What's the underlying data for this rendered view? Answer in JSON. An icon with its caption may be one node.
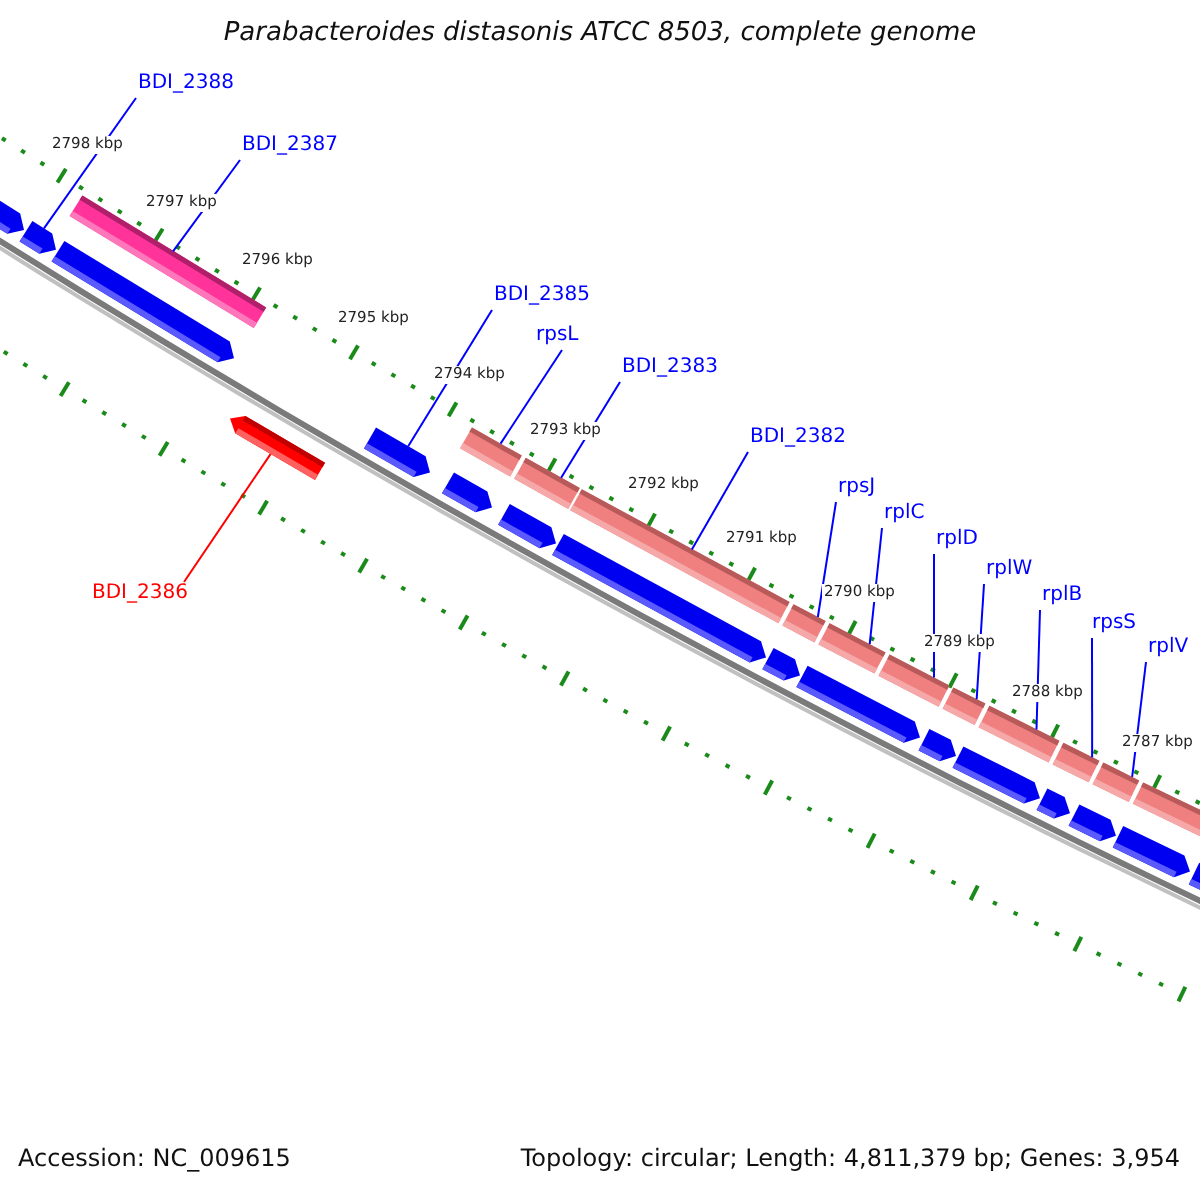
{
  "diagram": {
    "title": "Parabacteroides distasonis ATCC 8503, complete genome",
    "nodes": [
      {
        "text": [
          "BDI_2388"
        ]
      },
      {
        "text": [
          "BDI_2387"
        ]
      },
      {
        "text": [
          "BDI_2385"
        ]
      },
      {
        "text": [
          "rpsL"
        ]
      },
      {
        "text": [
          "BDI_2383"
        ]
      },
      {
        "text": [
          "BDI_2382"
        ]
      },
      {
        "text": [
          "rpsJ"
        ]
      },
      {
        "text": [
          "rplC"
        ]
      },
      {
        "text": [
          "rplD"
        ]
      },
      {
        "text": [
          "rplW"
        ]
      },
      {
        "text": [
          "rplB"
        ]
      },
      {
        "text": [
          "rpsS"
        ]
      },
      {
        "text": [
          "rplV"
        ]
      },
      {
        "text": [
          "BDI_2386"
        ]
      },
      {
        "text": [],
        "shape": "arrow"
      },
      {
        "text": [],
        "shape": "arrow"
      },
      {
        "text": [],
        "shape": "arrow"
      },
      {
        "text": [],
        "shape": "bar"
      },
      {
        "text": [],
        "shape": "arrow"
      },
      {
        "text": [],
        "shape": "arrow"
      },
      {
        "text": [],
        "shape": "arrow"
      },
      {
        "text": [],
        "shape": "bar"
      },
      {
        "text": [],
        "shape": "arrow"
      },
      {
        "text": [],
        "shape": "bar"
      },
      {
        "text": [],
        "shape": "arrow"
      },
      {
        "text": [],
        "shape": "bar"
      },
      {
        "text": [],
        "shape": "arrow"
      },
      {
        "text": [],
        "shape": "bar"
      },
      {
        "text": [],
        "shape": "arrow"
      },
      {
        "text": [],
        "shape": "bar"
      },
      {
        "text": [],
        "shape": "bar"
      },
      {
        "text": [],
        "shape": "arrow"
      },
      {
        "text": [],
        "shape": "bar"
      },
      {
        "text": [],
        "shape": "arrow"
      },
      {
        "text": [],
        "shape": "bar"
      },
      {
        "text": [],
        "shape": "arrow"
      },
      {
        "text": [],
        "shape": "bar"
      },
      {
        "text": [],
        "shape": "arrow"
      },
      {
        "text": [],
        "shape": "bar"
      },
      {
        "text": [],
        "shape": "arrow"
      },
      {
        "text": [],
        "shape": "bar"
      },
      {
        "text": [],
        "shape": "arrow"
      }
    ],
    "edges": [
      {
        "from": 0,
        "to": 15,
        "arrow": "none"
      },
      {
        "from": 1,
        "to": 17,
        "arrow": "none"
      },
      {
        "from": 2,
        "to": 19,
        "arrow": "none"
      },
      {
        "from": 3,
        "to": 21,
        "arrow": "none"
      },
      {
        "from": 4,
        "to": 23,
        "arrow": "none"
      },
      {
        "from": 5,
        "to": 25,
        "arrow": "none"
      },
      {
        "from": 6,
        "to": 27,
        "arrow": "none"
      },
      {
        "from": 7,
        "to": 29,
        "arrow": "none"
      },
      {
        "from": 8,
        "to": 30,
        "arrow": "none"
      },
      {
        "from": 9,
        "to": 32,
        "arrow": "none"
      },
      {
        "from": 10,
        "to": 34,
        "arrow": "none"
      },
      {
        "from": 11,
        "to": 36,
        "arrow": "none"
      },
      {
        "from": 12,
        "to": 38,
        "arrow": "none"
      },
      {
        "from": 13,
        "to": 18,
        "arrow": "none",
        "color": "#ff0000"
      }
    ],
    "labels": [
      "2798 kbp",
      "2797 kbp",
      "2796 kbp",
      "2795 kbp",
      "2794 kbp",
      "2793 kbp",
      "2792 kbp",
      "2791 kbp",
      "2790 kbp",
      "2789 kbp",
      "2788 kbp",
      "2787 kbp",
      "Accession: NC_009615",
      "Topology: circular; Length: 4,811,379 bp; Genes: 3,954"
    ]
  }
}
